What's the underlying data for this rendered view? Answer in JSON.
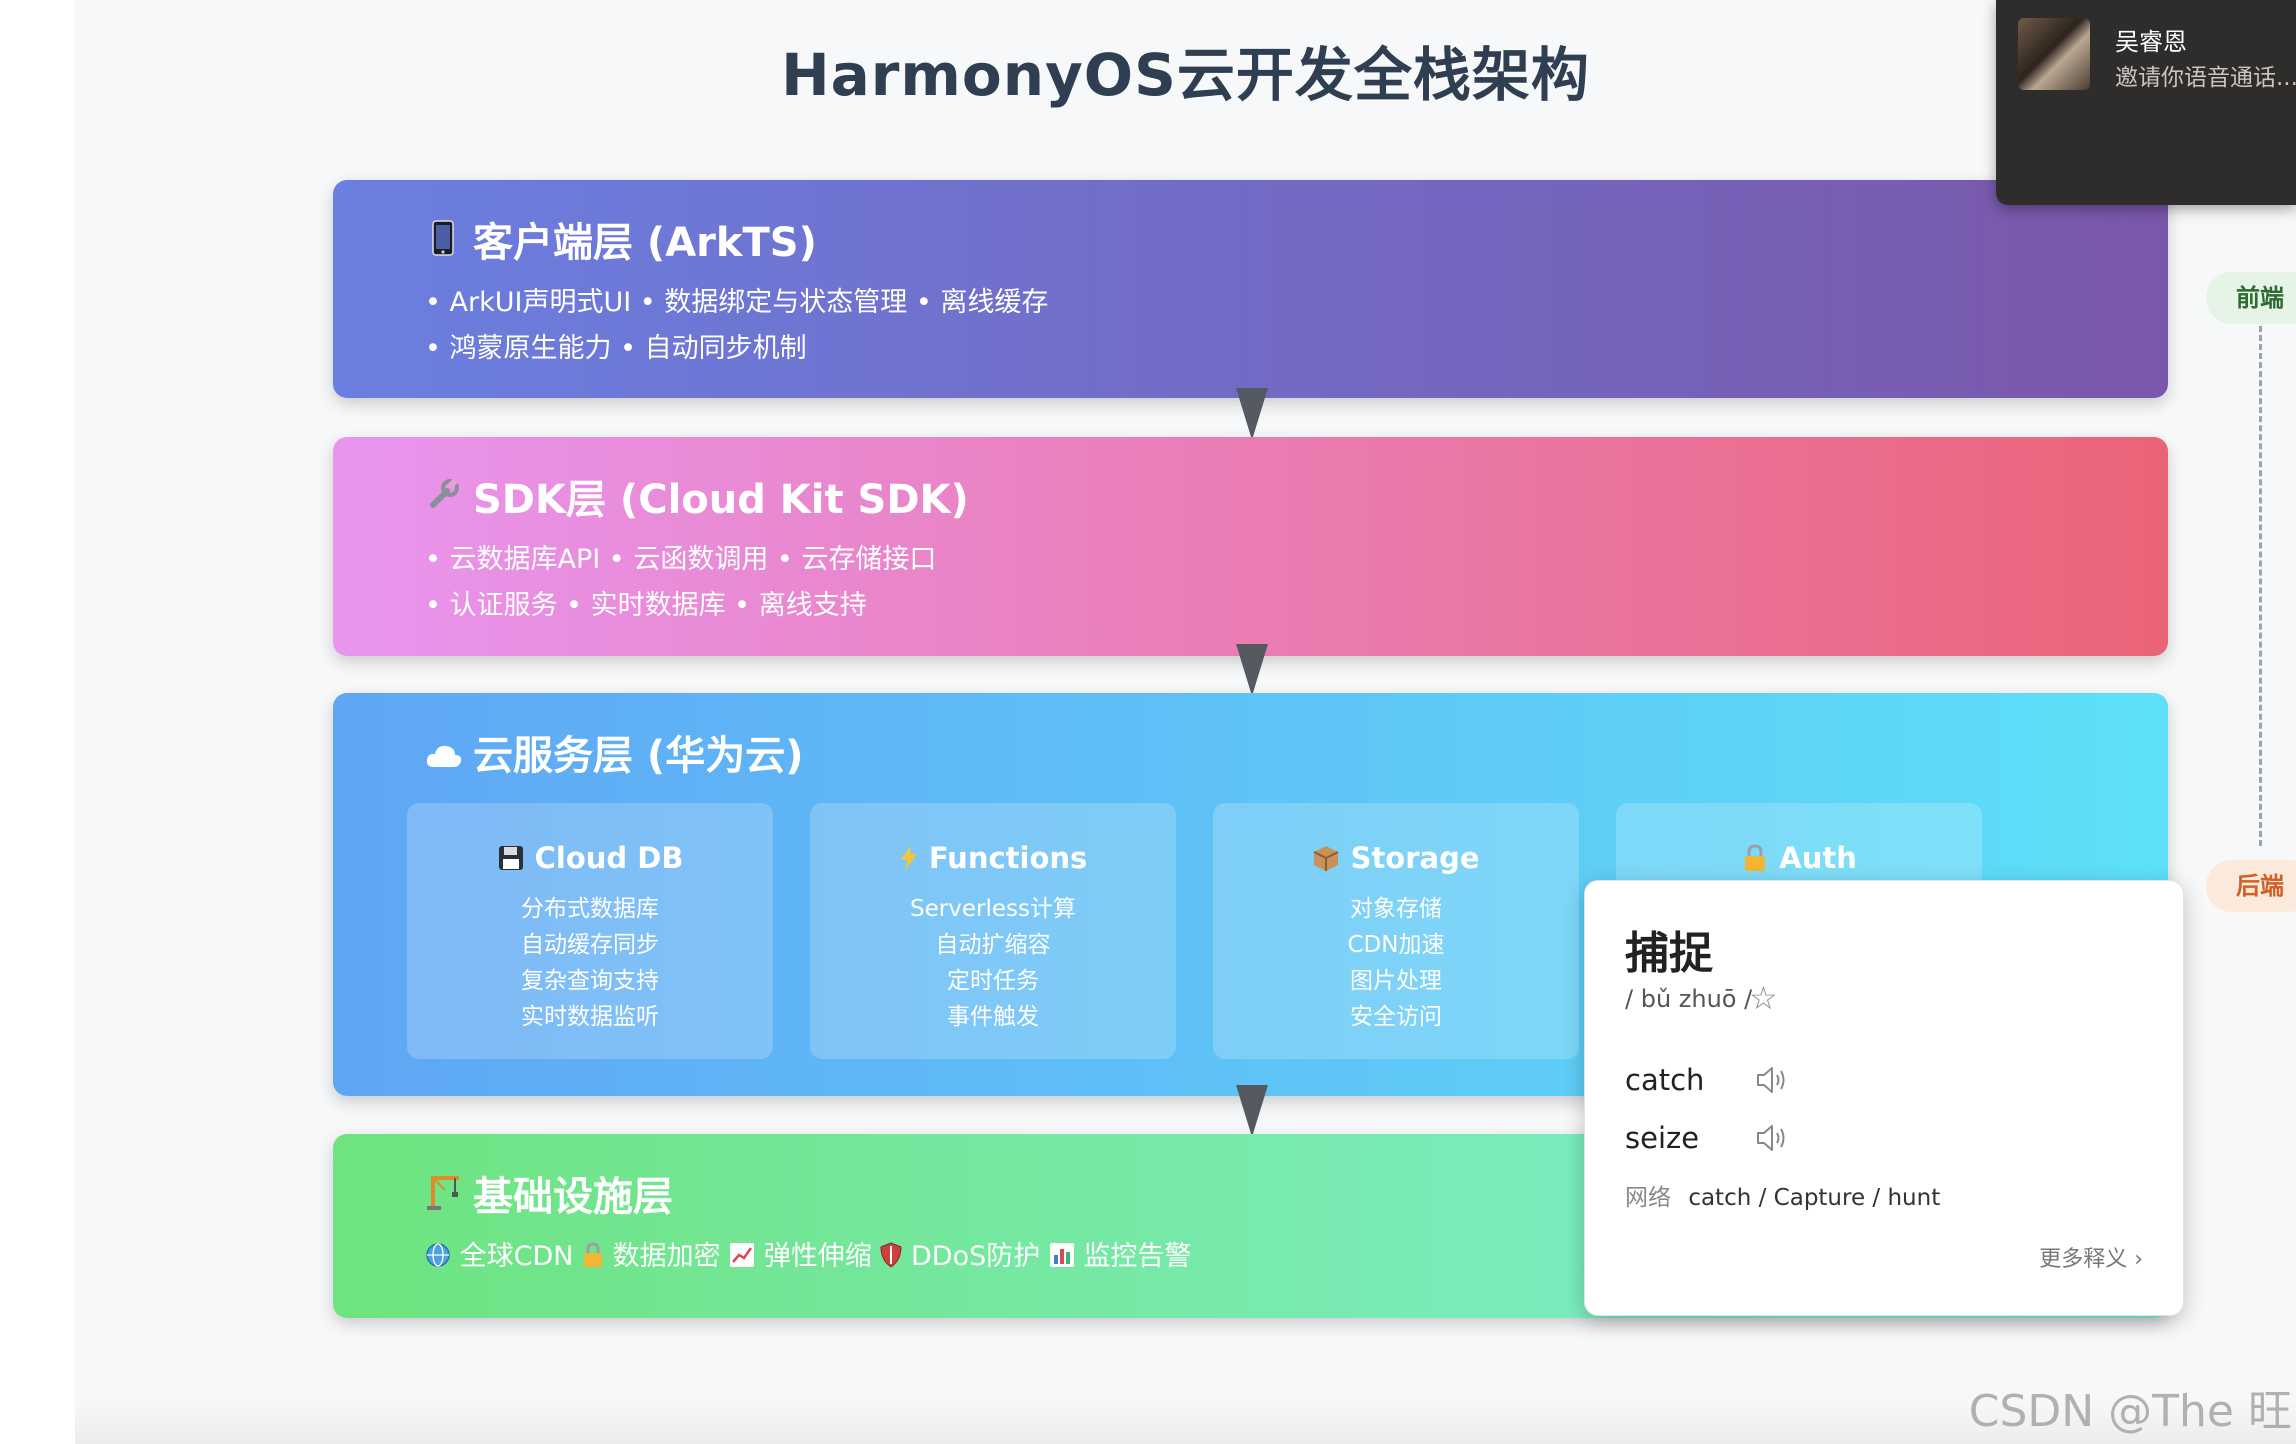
{
  "title": "HarmonyOS云开发全栈架构",
  "layers": {
    "client": {
      "icon": "mobile-phone-icon",
      "title": "客户端层 (ArkTS)",
      "lines": [
        "• ArkUI声明式UI • 数据绑定与状态管理 • 离线缓存",
        "• 鸿蒙原生能力 • 自动同步机制"
      ]
    },
    "sdk": {
      "icon": "wrench-icon",
      "title": "SDK层 (Cloud Kit SDK)",
      "lines": [
        "• 云数据库API • 云函数调用 • 云存储接口",
        "• 认证服务 • 实时数据库 • 离线支持"
      ]
    },
    "cloud": {
      "icon": "cloud-icon",
      "title": "云服务层 (华为云)",
      "services": [
        {
          "icon": "floppy-disk-icon",
          "title": "Cloud DB",
          "items": [
            "分布式数据库",
            "自动缓存同步",
            "复杂查询支持",
            "实时数据监听"
          ]
        },
        {
          "icon": "lightning-icon",
          "title": "Functions",
          "items": [
            "Serverless计算",
            "自动扩缩容",
            "定时任务",
            "事件触发"
          ]
        },
        {
          "icon": "package-icon",
          "title": "Storage",
          "items": [
            "对象存储",
            "CDN加速",
            "图片处理",
            "安全访问"
          ]
        },
        {
          "icon": "lock-key-icon",
          "title": "Auth",
          "items": []
        }
      ]
    },
    "infra": {
      "icon": "crane-icon",
      "title": "基础设施层",
      "features": [
        {
          "icon": "globe-icon",
          "label": "全球CDN"
        },
        {
          "icon": "lock-icon",
          "label": "数据加密"
        },
        {
          "icon": "chart-up-icon",
          "label": "弹性伸缩"
        },
        {
          "icon": "shield-icon",
          "label": "DDoS防护"
        },
        {
          "icon": "bar-chart-icon",
          "label": "监控告警"
        }
      ]
    }
  },
  "timeline": {
    "front_label": "前端",
    "back_label": "后端"
  },
  "call_popup": {
    "name": "吴睿恩",
    "message": "邀请你语音通话..."
  },
  "dictionary": {
    "word": "捕捉",
    "phonetic": "/ bǔ zhuō /",
    "translations": [
      "catch",
      "seize"
    ],
    "web_label": "网络",
    "web_text": "catch / Capture / hunt",
    "more_label": "更多释义 ›"
  },
  "watermark": "CSDN @The 旺",
  "colors": {
    "client_gradient": [
      "#6b7fe0",
      "#7a57aa"
    ],
    "sdk_gradient": [
      "#e995ef",
      "#ea6478"
    ],
    "cloud_gradient": [
      "#5fa6f4",
      "#5ee0f8"
    ],
    "infra_gradient": [
      "#6ee37f",
      "#80f0da"
    ],
    "title": "#2f3e50"
  }
}
